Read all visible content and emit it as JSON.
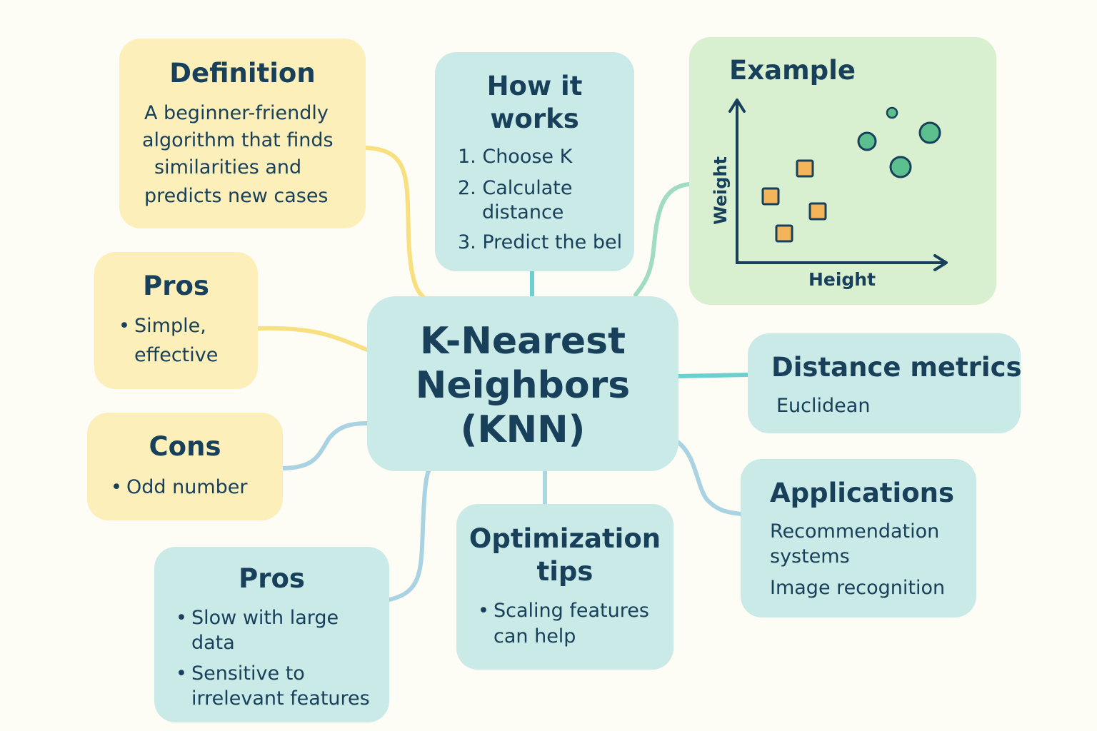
{
  "center": {
    "lines": [
      "K-Nearest",
      "Neighbors",
      "(KNN)"
    ]
  },
  "definition": {
    "title": "Definition",
    "lines": [
      "A beginner-friendly",
      "algorithm that finds",
      "similarities and",
      "predicts new cases"
    ]
  },
  "how_it_works": {
    "title_lines": [
      "How it",
      "works"
    ],
    "steps": [
      "1. Choose K",
      "2. Calculate",
      "distance",
      "3. Predict the bel"
    ]
  },
  "example": {
    "title": "Example",
    "xlabel": "Height",
    "ylabel": "Weight",
    "squares_color": "#f4b55a",
    "circles_color": "#5cc08e",
    "outline_color": "#18405a"
  },
  "pros_top": {
    "title": "Pros",
    "items": [
      "Simple,",
      "effective"
    ]
  },
  "cons": {
    "title": "Cons",
    "items": [
      "Odd number"
    ]
  },
  "pros_bottom": {
    "title": "Pros",
    "items": [
      "Slow with large",
      "data",
      "Sensitive to",
      "irrelevant features"
    ]
  },
  "optimization": {
    "title_lines": [
      "Optimization",
      "tips"
    ],
    "items": [
      "Scaling features",
      "can help"
    ]
  },
  "distance": {
    "title": "Distance metrics",
    "items": [
      "Euclidean"
    ]
  },
  "applications": {
    "title": "Applications",
    "items": [
      "Recommendation",
      "systems",
      "Image recognition"
    ]
  },
  "colors": {
    "yellow": "#fcefb9",
    "teal": "#c9eae7",
    "green": "#d8f0cf",
    "text": "#18405a"
  }
}
